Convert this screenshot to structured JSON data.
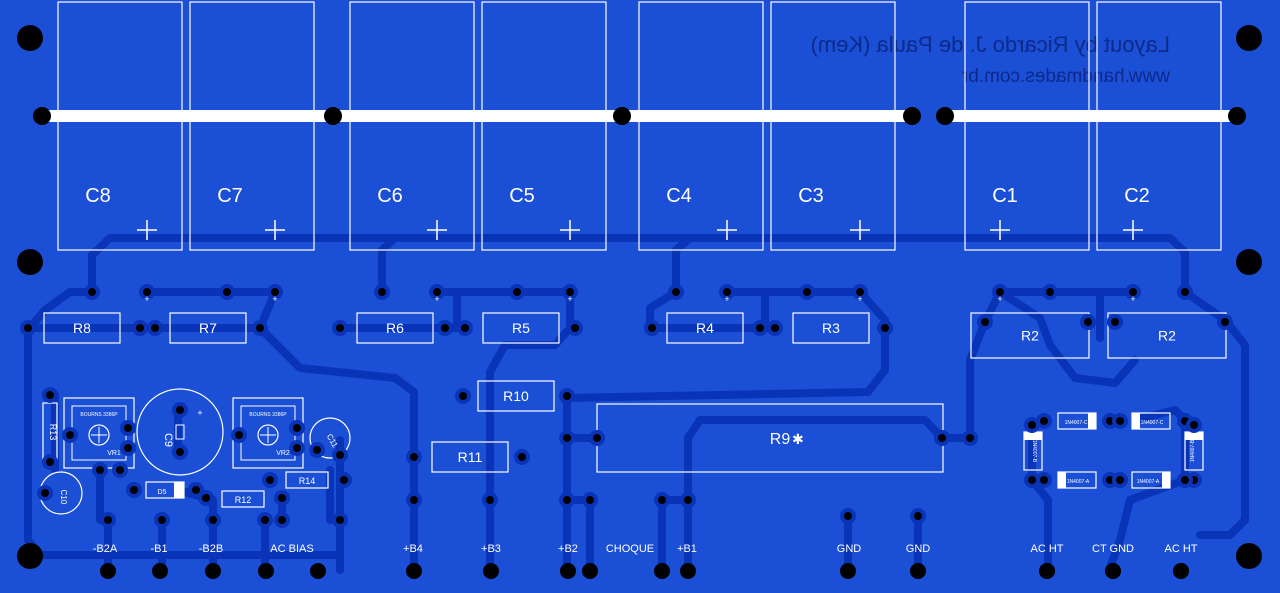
{
  "credits": {
    "line1": "Layout by Ricardo J. de Paula (Kem)",
    "line2": "www.handmades.com.br"
  },
  "capacitors": [
    "C8",
    "C7",
    "C6",
    "C5",
    "C4",
    "C3",
    "C1",
    "C2"
  ],
  "plus_sign": "+",
  "resistors": {
    "r8": "R8",
    "r7": "R7",
    "r6": "R6",
    "r5": "R5",
    "r4": "R4",
    "r3": "R3",
    "r2a": "R2",
    "r2b": "R2",
    "r10": "R10",
    "r11": "R11",
    "r9": "R9",
    "r13": "R13",
    "r12": "R12",
    "r14": "R14"
  },
  "small_parts": {
    "vr1": "VR1",
    "vr2": "VR2",
    "c9": "C9",
    "c10": "C10",
    "c11": "C11",
    "d5": "D5",
    "trim_text": "BOURNS 3386P"
  },
  "diodes": [
    "1N4007-C",
    "1N4007-C",
    "1N4007-B",
    "1N4007-B",
    "1N4007-A",
    "1N4007-A"
  ],
  "terminal_labels": [
    "-B2A",
    "-B1",
    "-B2B",
    "AC BIAS",
    "+B4",
    "+B3",
    "+B2",
    "CHOQUE",
    "+B1",
    "GND",
    "GND",
    "AC HT",
    "CT GND",
    "AC HT"
  ],
  "colors": {
    "board": "#1a4fd6",
    "copper": "#0a34b8",
    "silk": "#ffffff",
    "hole": "#000000"
  }
}
